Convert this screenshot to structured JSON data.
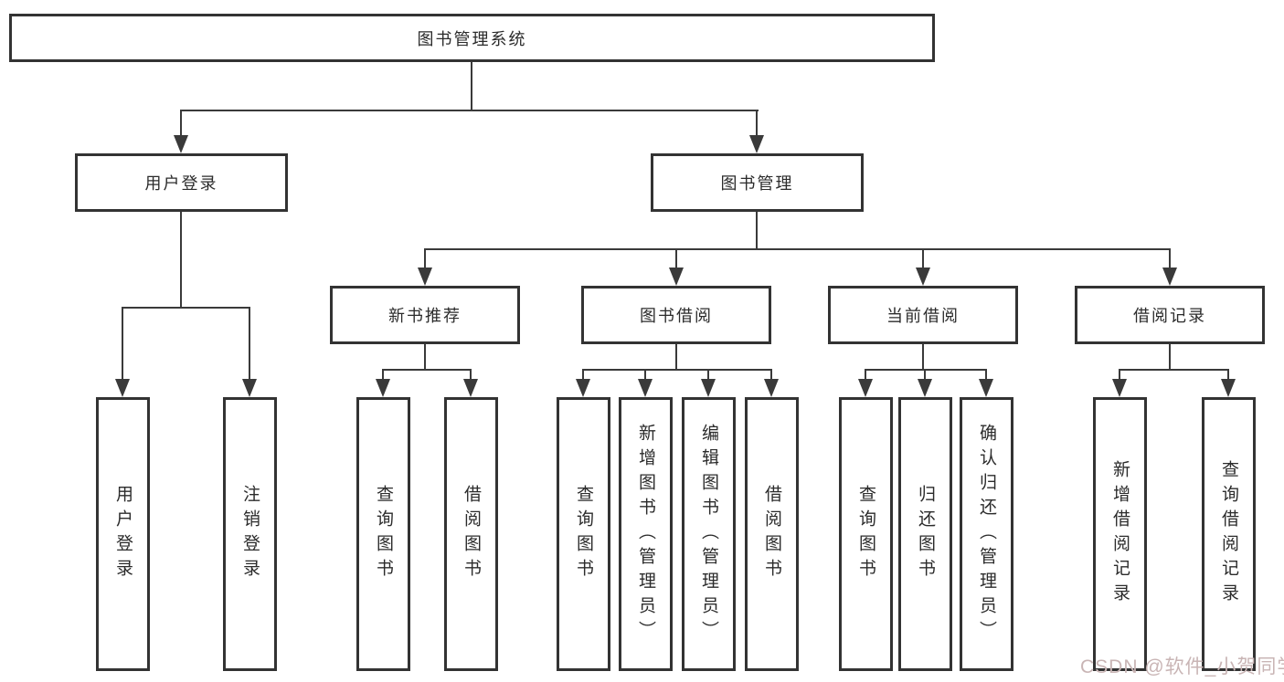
{
  "diagram": {
    "root": "图书管理系统",
    "level2": [
      "用户登录",
      "图书管理"
    ],
    "level3": [
      "新书推荐",
      "图书借阅",
      "当前借阅",
      "借阅记录"
    ],
    "leaves": {
      "login": [
        "用户登录",
        "注销登录"
      ],
      "recommend": [
        "查询图书",
        "借阅图书"
      ],
      "borrow": [
        "查询图书",
        "新增图书（管理员）",
        "编辑图书（管理员）",
        "借阅图书"
      ],
      "current": [
        "查询图书",
        "归还图书",
        "确认归还（管理员）"
      ],
      "records": [
        "新增借阅记录",
        "查询借阅记录"
      ]
    }
  },
  "watermark": "CSDN @软件_小贺同学",
  "colors": {
    "line": "#3a3a3a",
    "box_border": "#333333",
    "text": "#2b2b2b",
    "background": "#ffffff",
    "watermark": "#c9b5b5"
  }
}
